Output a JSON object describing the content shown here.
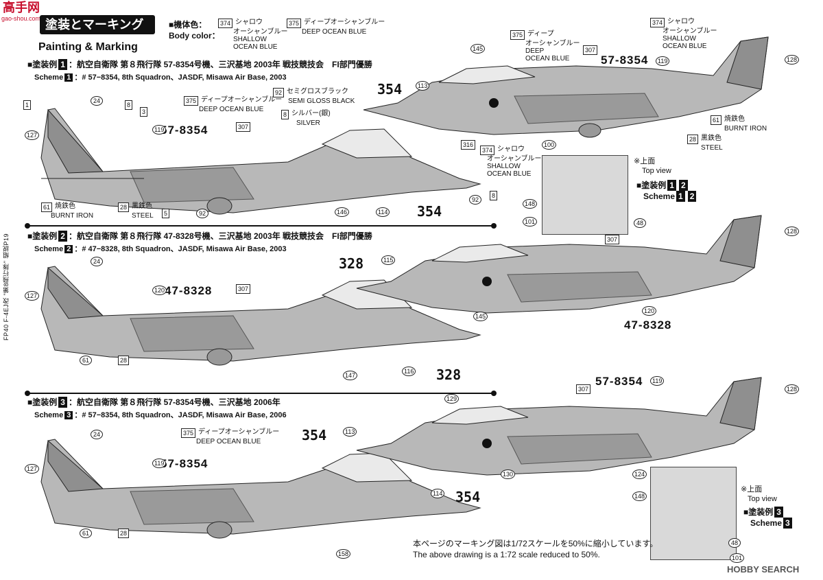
{
  "watermark": {
    "text": "高手网",
    "sub": "gao-shou.com"
  },
  "title_jp": "塗装とマーキング",
  "title_en": "Painting & Marking",
  "body_color": {
    "label_jp": "機体色：",
    "label_en": "Body color：",
    "items": [
      {
        "num": "374",
        "jp": "シャロウ",
        "en1": "オーシャンブルー",
        "en2": "SHALLOW",
        "en3": "OCEAN BLUE"
      },
      {
        "num": "375",
        "jp": "ディープオーシャンブルー",
        "en1": "DEEP OCEAN BLUE"
      }
    ]
  },
  "schemes": [
    {
      "badge": "1",
      "jp_prefix": "塗装例",
      "jp": "：航空自衛隊 第８飛行隊 57-8354号機、三沢基地 2003年 戦技競技会　FI部門優勝",
      "en_prefix": "Scheme",
      "en": "：# 57−8354, 8th Squadron、JASDF, Misawa Air Base, 2003",
      "serial": "57-8354",
      "code": "354"
    },
    {
      "badge": "2",
      "jp_prefix": "塗装例",
      "jp": "：航空自衛隊 第８飛行隊 47-8328号機、三沢基地 2003年 戦技競技会　FI部門優勝",
      "en_prefix": "Scheme",
      "en": "：# 47−8328, 8th Squadron、JASDF, Misawa Air Base, 2003",
      "serial": "47-8328",
      "code": "328"
    },
    {
      "badge": "3",
      "jp_prefix": "塗装例",
      "jp": "：航空自衛隊 第８飛行隊 57-8354号機、三沢基地 2006年",
      "en_prefix": "Scheme",
      "en": "：# 57−8354, 8th Squadron、JASDF, Misawa Air Base, 2006",
      "serial": "57-8354",
      "code": "354"
    }
  ],
  "callouts": {
    "c374": "374",
    "c375": "375",
    "c24": "24",
    "c1": "1",
    "c3": "3",
    "c5": "5",
    "c8": "8",
    "c28": "28",
    "c61": "61",
    "c92": "92",
    "c100": "100",
    "c101": "101",
    "c113": "113",
    "c114": "114",
    "c115": "115",
    "c116": "116",
    "c119": "119",
    "c120": "120",
    "c124": "124",
    "c127": "127",
    "c128": "128",
    "c129": "129",
    "c130": "130",
    "c145": "145",
    "c146": "146",
    "c147": "147",
    "c148": "148",
    "c158": "158",
    "c307": "307",
    "c316": "316",
    "c48": "48"
  },
  "paints": {
    "deep_jp": "ディープオーシャンブルー",
    "deep_en": "DEEP OCEAN BLUE",
    "deep_jp_split": "ディープ",
    "deep_jp_split2": "オーシャンブルー",
    "deep_en1": "DEEP",
    "deep_en2": "OCEAN BLUE",
    "shallow_jp": "シャロウ",
    "shallow_jp2": "オーシャンブルー",
    "shallow_en1": "SHALLOW",
    "shallow_en2": "OCEAN BLUE",
    "semigloss_jp": "セミグロスブラック",
    "semigloss_en": "SEMI GLOSS BLACK",
    "silver_jp": "シルバー(銀)",
    "silver_en": "SILVER",
    "burnt_jp": "焼鉄色",
    "burnt_en": "BURNT IRON",
    "steel_jp": "黒鉄色",
    "steel_en": "STEEL"
  },
  "topview": {
    "jp": "※上面",
    "en": "Top view",
    "scheme_jp": "塗装例",
    "scheme_en": "Scheme"
  },
  "note_jp": "本ページのマーキング図は1/72スケールを50%に縮小しています。",
  "note_en": "The above drawing is a 1:72 scale reduced to 50%.",
  "sidebar": "FP40 F-4EJ改 \"第8飛行隊\" 組説P19",
  "footer": "HOBBY SEARCH",
  "colors": {
    "dark": "#8a8a8a",
    "light": "#c9c9c9",
    "ink": "#111111"
  }
}
